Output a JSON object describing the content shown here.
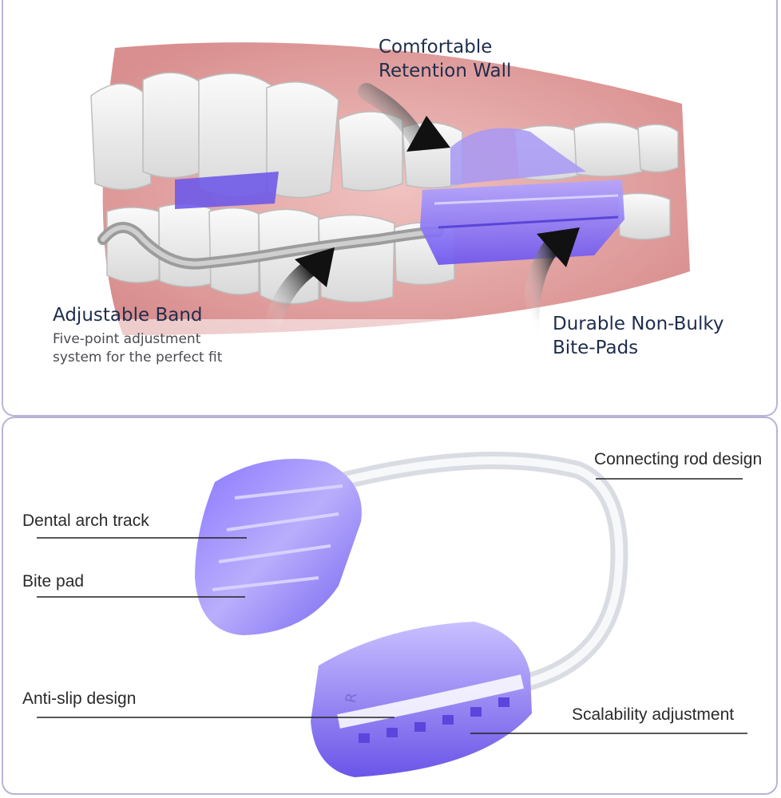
{
  "top": {
    "labels": {
      "retention_line1": "Comfortable",
      "retention_line2": "Retention Wall",
      "band_title": "Adjustable Band",
      "band_sub1": "Five-point adjustment",
      "band_sub2": "system for the perfect fit",
      "pads_line1": "Durable Non-Bulky",
      "pads_line2": "Bite-Pads"
    }
  },
  "bottom": {
    "labels": {
      "connecting_rod": "Connecting rod design",
      "dental_arch": "Dental arch track",
      "bite_pad": "Bite pad",
      "anti_slip": "Anti-slip design",
      "scalability": "Scalability adjustment",
      "pad_marking": "R"
    }
  },
  "colors": {
    "accent_purple": "#6a5be6",
    "label_navy": "#1f2d4d",
    "gum_pink": "#e6a9a9",
    "panel_border": "#b9b4d6"
  }
}
